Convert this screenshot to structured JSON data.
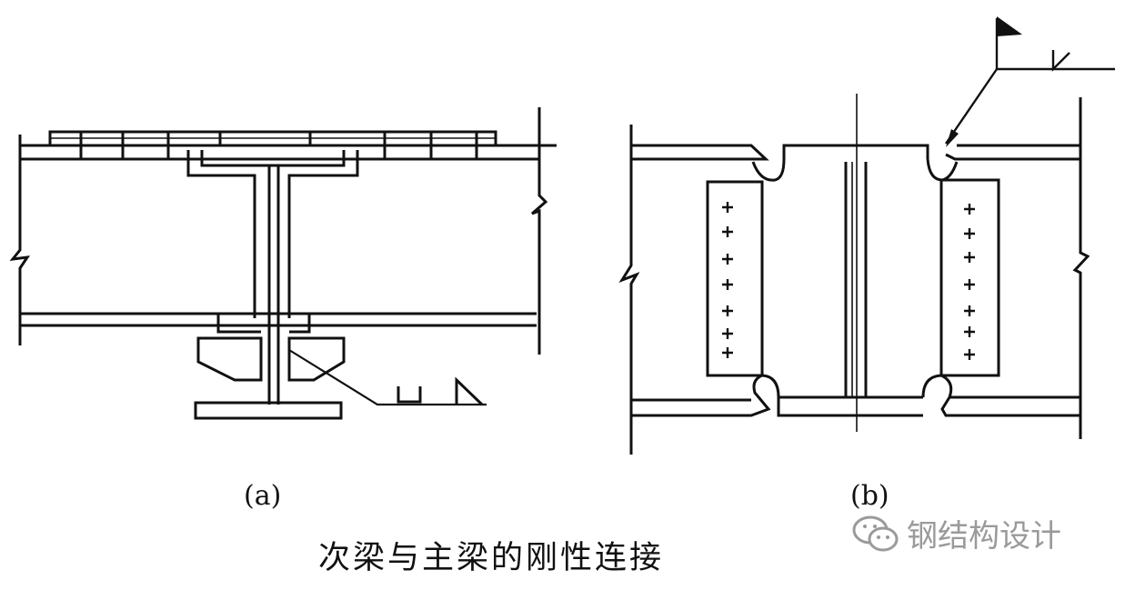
{
  "figure": {
    "part_a_label": "(a)",
    "part_b_label": "(b)",
    "caption": "次梁与主梁的刚性连接"
  },
  "watermark": {
    "icon": "wechat-icon",
    "text": "钢结构设计"
  },
  "colors": {
    "line": "#111111",
    "watermark": "#9a9a9a"
  }
}
